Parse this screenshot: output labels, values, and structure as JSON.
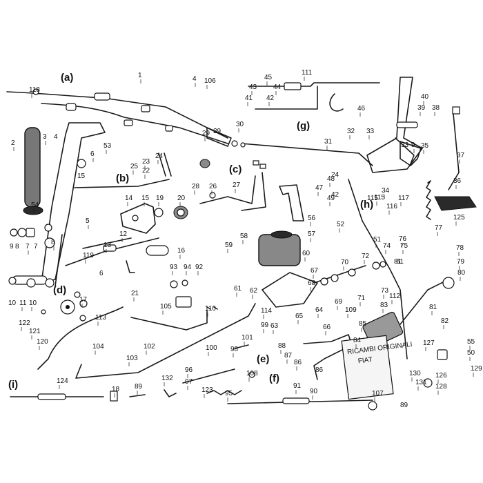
{
  "sections": [
    "(a)",
    "(b)",
    "(c)",
    "(d)",
    "(e)",
    "(f)",
    "(g)",
    "(h)",
    "(i)"
  ],
  "callouts": [
    "1",
    "2",
    "3",
    "4",
    "5",
    "6",
    "7",
    "8",
    "9",
    "10",
    "11",
    "12",
    "13",
    "14",
    "15",
    "16",
    "17",
    "18",
    "19",
    "20",
    "21",
    "22",
    "23",
    "24",
    "25",
    "26",
    "27",
    "28",
    "29",
    "30",
    "31",
    "32",
    "33",
    "34",
    "35",
    "36",
    "37",
    "38",
    "39",
    "40",
    "41",
    "42",
    "43",
    "44",
    "45",
    "46",
    "47",
    "48",
    "49",
    "50",
    "51",
    "52",
    "53",
    "54",
    "55",
    "56",
    "57",
    "58",
    "59",
    "60",
    "61",
    "62",
    "63",
    "64",
    "65",
    "66",
    "67",
    "68",
    "69",
    "70",
    "71",
    "72",
    "73",
    "74",
    "75",
    "76",
    "77",
    "78",
    "79",
    "80",
    "81",
    "82",
    "83",
    "84",
    "85",
    "86",
    "87",
    "88",
    "89",
    "90",
    "91",
    "92",
    "93",
    "94",
    "95",
    "96",
    "97",
    "98",
    "99",
    "100",
    "101",
    "102",
    "103",
    "104",
    "105",
    "106",
    "107",
    "108",
    "109",
    "110",
    "111",
    "112",
    "113",
    "114",
    "115",
    "116",
    "117",
    "118",
    "119",
    "120",
    "121",
    "122",
    "123",
    "124",
    "125",
    "126",
    "127",
    "128",
    "129",
    "130",
    "131",
    "132"
  ],
  "extra_labels": [
    "4",
    "15",
    "29",
    "6",
    "9",
    "8",
    "7",
    "10",
    "42",
    "24",
    "33",
    "115",
    "81",
    "86",
    "89",
    "61"
  ],
  "card_text": [
    "RICAMBI ORIGINALI",
    "FIAT"
  ]
}
